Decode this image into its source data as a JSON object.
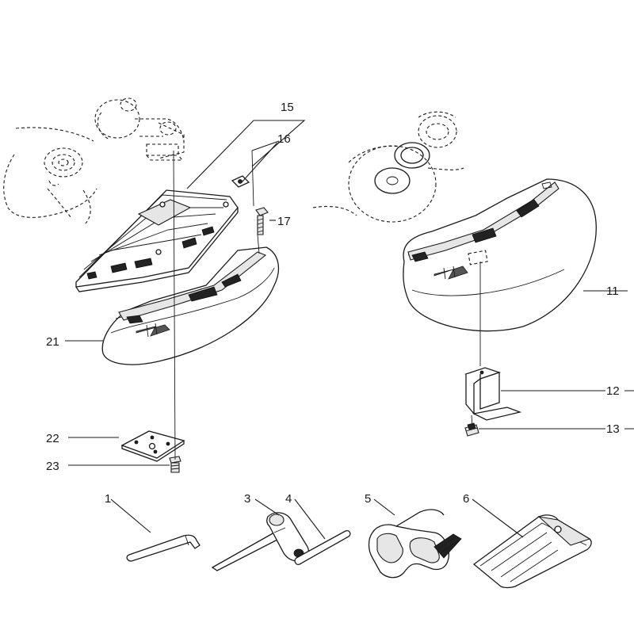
{
  "diagram": {
    "callouts": {
      "c1": "1",
      "c3": "3",
      "c4": "4",
      "c5": "5",
      "c6": "6",
      "c11": "11",
      "c12": "12",
      "c13": "13",
      "c15": "15",
      "c16": "16",
      "c17": "17",
      "c21": "21",
      "c22": "22",
      "c23": "23"
    }
  }
}
